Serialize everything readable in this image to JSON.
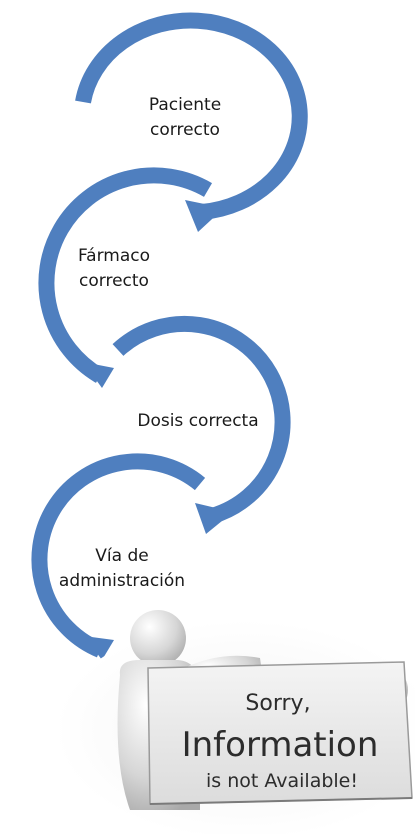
{
  "steps": [
    {
      "lines": [
        "Paciente",
        "correcto"
      ]
    },
    {
      "lines": [
        "Fármaco",
        "correcto"
      ]
    },
    {
      "lines": [
        "Dosis correcta"
      ]
    },
    {
      "lines": [
        "Vía de",
        "administración"
      ]
    }
  ],
  "placeholder_sign": {
    "line1": "Sorry,",
    "line2": "Information",
    "line3": "is not Available!"
  },
  "colors": {
    "arrow": "#4f7fbf",
    "arrow_edge": "#3a6aa8",
    "text": "#1a1a1a",
    "sign_board": "#e8e8e8",
    "figure": "#d0d0d0"
  }
}
